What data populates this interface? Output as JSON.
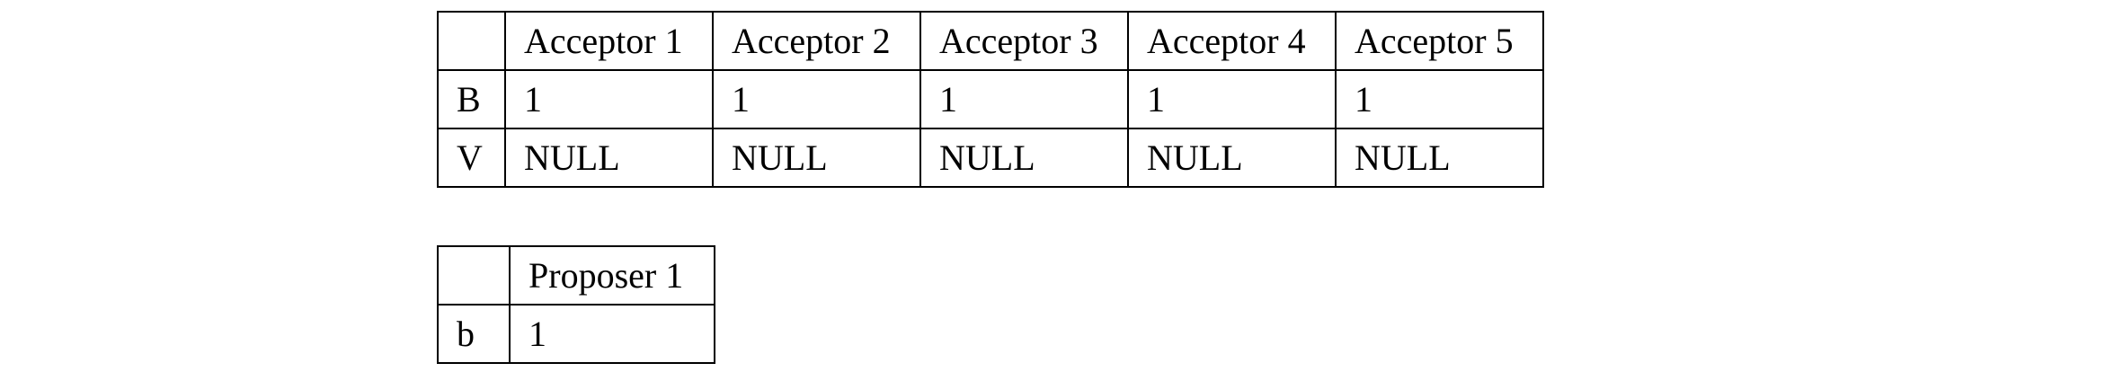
{
  "acceptor_table": {
    "columns": [
      "",
      "Acceptor 1",
      "Acceptor 2",
      "Acceptor 3",
      "Acceptor 4",
      "Acceptor 5"
    ],
    "rows": [
      {
        "label": "B",
        "cells": [
          "1",
          "1",
          "1",
          "1",
          "1"
        ]
      },
      {
        "label": "V",
        "cells": [
          "NULL",
          "NULL",
          "NULL",
          "NULL",
          "NULL"
        ]
      }
    ]
  },
  "proposer_table": {
    "columns": [
      "",
      "Proposer 1"
    ],
    "rows": [
      {
        "label": "b",
        "cells": [
          "1"
        ]
      }
    ]
  }
}
